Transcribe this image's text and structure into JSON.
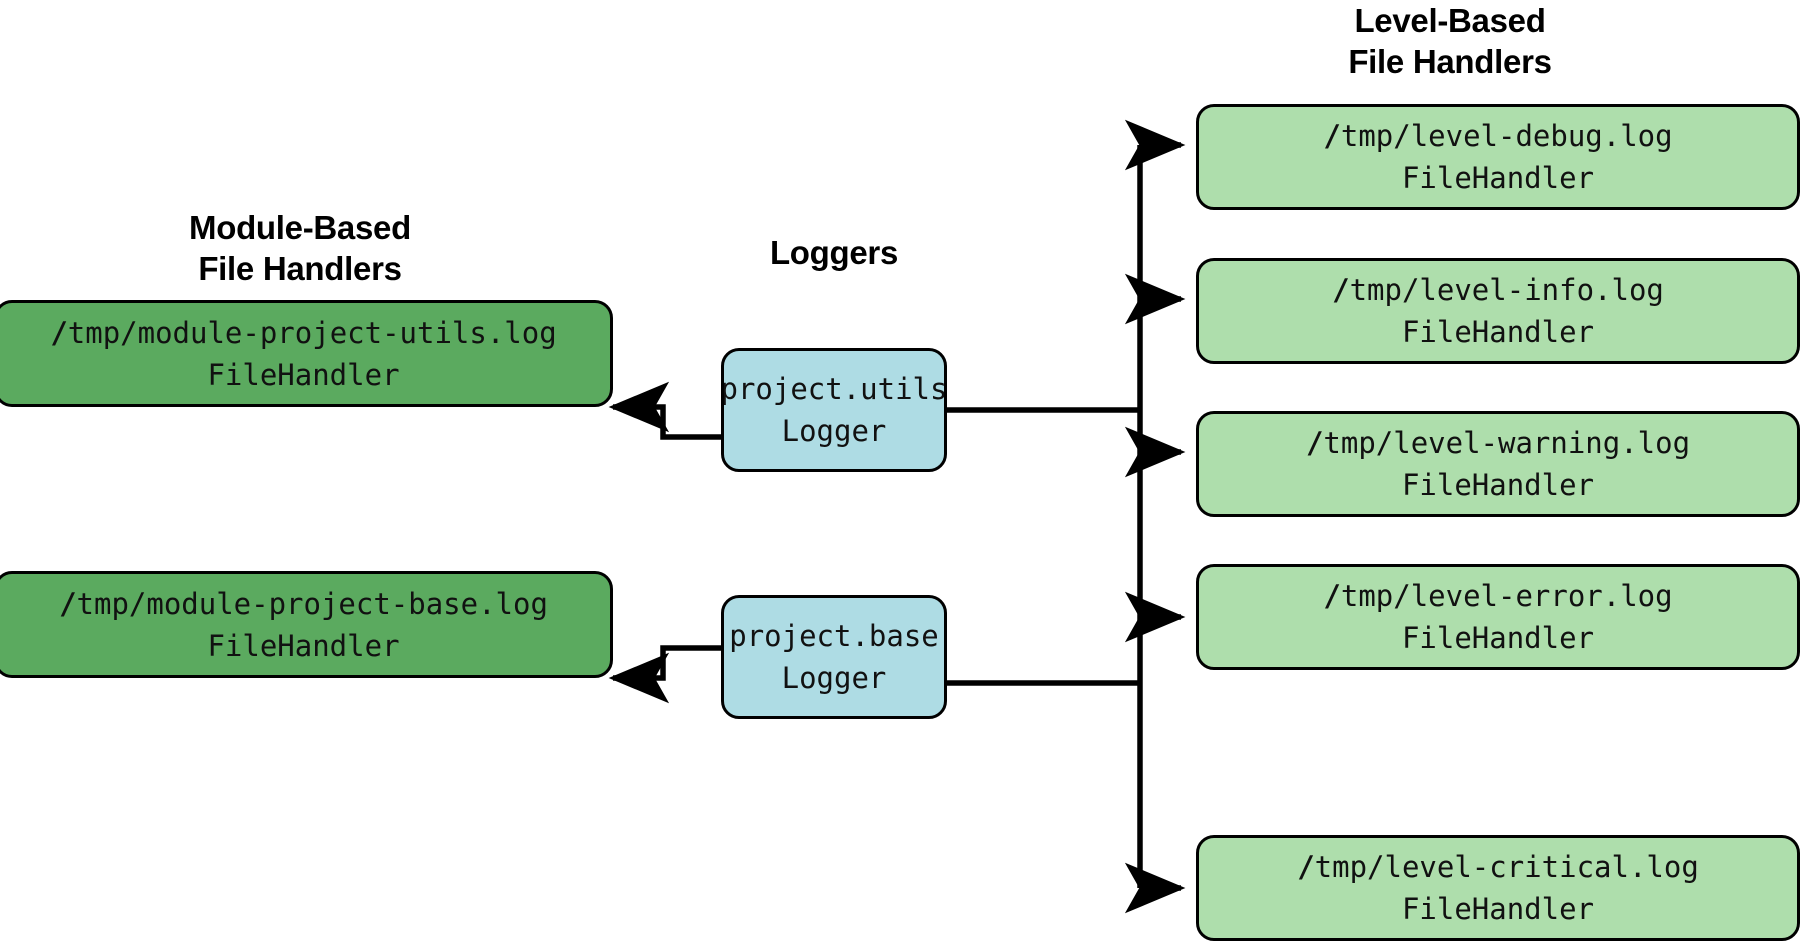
{
  "diagram": {
    "title_module": "Module-Based\nFile Handlers",
    "title_loggers": "Loggers",
    "title_level": "Level-Based\nFile Handlers",
    "colors": {
      "module_handler_fill": "#5BAA5F",
      "level_handler_fill": "#AEDEAC",
      "logger_fill": "#AEDCE4",
      "stroke": "#000000",
      "background": "#FFFFFF"
    }
  },
  "module_handlers": [
    {
      "path": "/tmp/module-project-utils.log",
      "type": "FileHandler"
    },
    {
      "path": "/tmp/module-project-base.log",
      "type": "FileHandler"
    }
  ],
  "loggers": [
    {
      "name": "'project.utils'",
      "type": "Logger"
    },
    {
      "name": "'project.base'",
      "type": "Logger"
    }
  ],
  "level_handlers": [
    {
      "path": "/tmp/level-debug.log",
      "type": "FileHandler"
    },
    {
      "path": "/tmp/level-info.log",
      "type": "FileHandler"
    },
    {
      "path": "/tmp/level-warning.log",
      "type": "FileHandler"
    },
    {
      "path": "/tmp/level-error.log",
      "type": "FileHandler"
    },
    {
      "path": "/tmp/level-critical.log",
      "type": "FileHandler"
    }
  ],
  "edges": [
    {
      "from": "'project.utils'",
      "to": "/tmp/module-project-utils.log",
      "direction": "left"
    },
    {
      "from": "'project.base'",
      "to": "/tmp/module-project-base.log",
      "direction": "left"
    },
    {
      "from": "loggers-trunk",
      "to": "/tmp/level-debug.log",
      "direction": "right"
    },
    {
      "from": "loggers-trunk",
      "to": "/tmp/level-info.log",
      "direction": "right"
    },
    {
      "from": "loggers-trunk",
      "to": "/tmp/level-warning.log",
      "direction": "right"
    },
    {
      "from": "loggers-trunk",
      "to": "/tmp/level-error.log",
      "direction": "right"
    },
    {
      "from": "loggers-trunk",
      "to": "/tmp/level-critical.log",
      "direction": "right"
    }
  ]
}
